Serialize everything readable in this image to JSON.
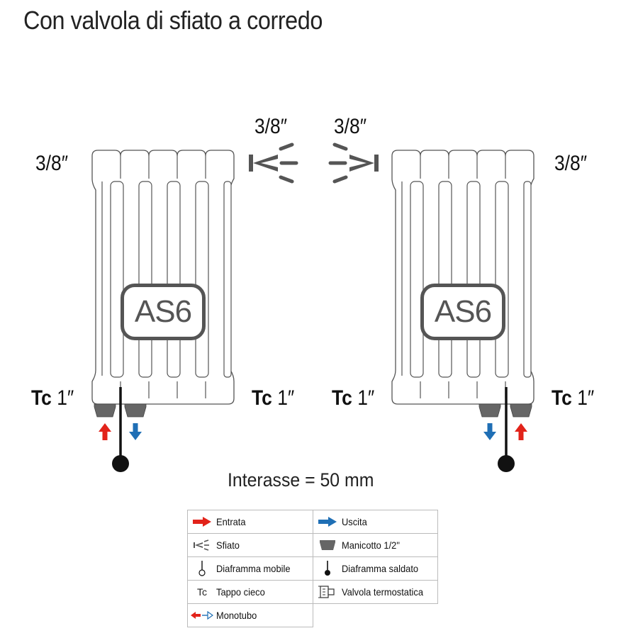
{
  "title": "Con valvola di sfiato a corredo",
  "labels": {
    "left_top": "3/8″",
    "right_top": "3/8″",
    "vent_left": "3/8″",
    "vent_right": "3/8″",
    "tc_abbr": "Tc",
    "tc_size": "1″"
  },
  "model": "AS6",
  "interasse": "Interasse = 50 mm",
  "legend": {
    "items": [
      {
        "label": "Entrata",
        "icon": "red-arrow-icon"
      },
      {
        "label": "Uscita",
        "icon": "blue-arrow-icon"
      },
      {
        "label": "Sfiato",
        "icon": "vent-icon"
      },
      {
        "label": "Manicotto 1/2\"",
        "icon": "sleeve-icon"
      },
      {
        "label": "Diaframma mobile",
        "icon": "open-diaphragm-icon"
      },
      {
        "label": "Diaframma saldato",
        "icon": "welded-diaphragm-icon"
      },
      {
        "label": "Tappo cieco",
        "icon": "blind-cap-icon",
        "glyph": "Tc"
      },
      {
        "label": "Valvola termostatica",
        "icon": "thermostatic-valve-icon"
      },
      {
        "label": "Monotubo",
        "icon": "monotube-icon"
      }
    ]
  },
  "colors": {
    "inlet": "#e2231a",
    "outlet": "#1f6fb5",
    "fitting": "#666666",
    "outline": "#555555"
  }
}
